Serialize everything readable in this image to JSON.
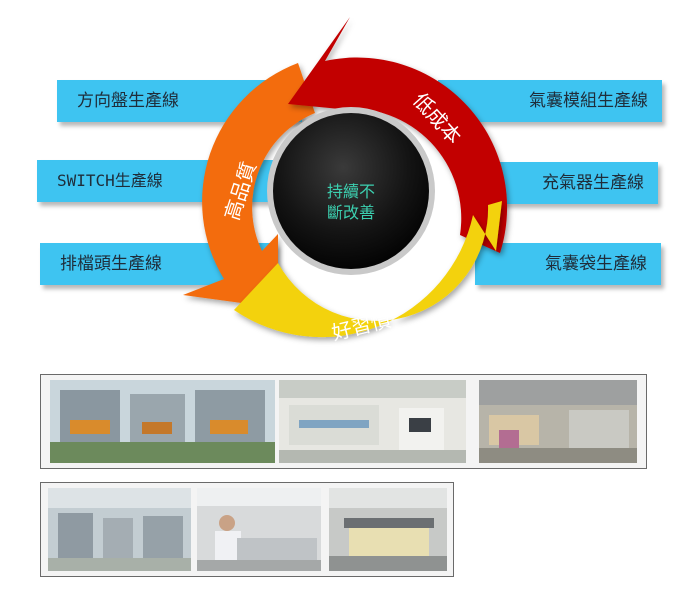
{
  "cycle": {
    "top_arrow": "低成本",
    "left_arrow": "高品質",
    "bottom_arrow": "好習慣",
    "center_line1": "持續不",
    "center_line2": "斷改善",
    "colors": {
      "top": "#c20000",
      "left": "#f36c0b",
      "bottom": "#f3d208",
      "center": "#111111",
      "label_bg": "#3ec4f1"
    }
  },
  "lines": {
    "left": [
      "方向盤生產線",
      "SWITCH生產線",
      "排檔頭生產線"
    ],
    "right": [
      "氣囊模組生產線",
      "充氣器生產線",
      "氣囊袋生產線"
    ]
  }
}
